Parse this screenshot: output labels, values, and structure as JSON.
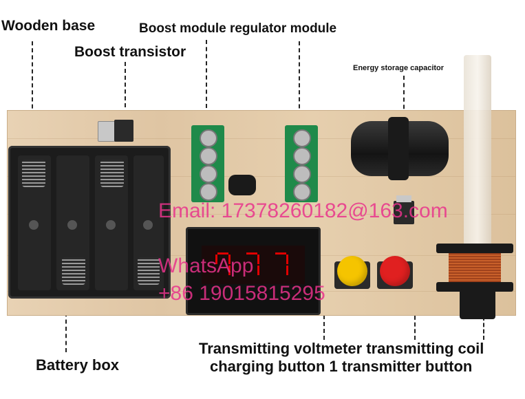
{
  "labels": {
    "wooden_base": "Wooden base",
    "boost_transistor": "Boost transistor",
    "boost_module_regulator": "Boost module regulator module",
    "energy_storage_capacitor": "Energy storage capacitor",
    "battery_box": "Battery box",
    "bottom_line1": "Transmitting voltmeter transmitting coil",
    "bottom_line2": "charging button 1 transmitter button"
  },
  "watermarks": {
    "email": "Email: 17378260182@163.com",
    "whatsapp": "WhatsApp",
    "phone": "+86 19015815295"
  },
  "colors": {
    "terminal_green": "#1f8a4a",
    "battery_box": "#1c1c1c",
    "yellow_button": "#f5c400",
    "red_button": "#e02020",
    "watermark": "#e9338c"
  }
}
